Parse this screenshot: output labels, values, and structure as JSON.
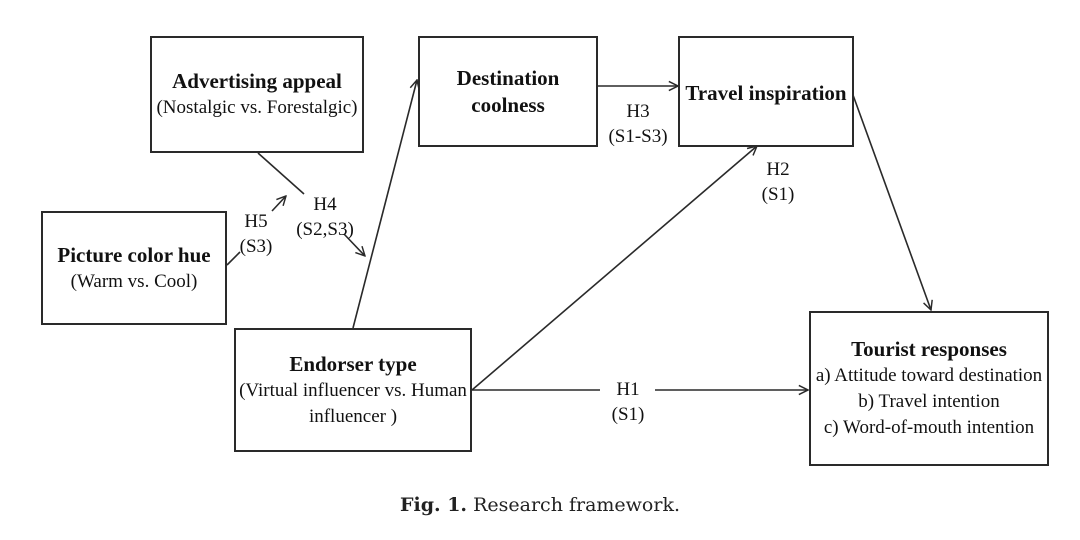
{
  "nodes": {
    "advertising_appeal": {
      "title": "Advertising appeal",
      "sub": "(Nostalgic vs. Forestalgic)"
    },
    "destination_coolness": {
      "title_line1": "Destination",
      "title_line2": "coolness"
    },
    "travel_inspiration": {
      "title": "Travel inspiration"
    },
    "picture_color_hue": {
      "title": "Picture color hue",
      "sub": "(Warm vs. Cool)"
    },
    "endorser_type": {
      "title": "Endorser type",
      "sub_line1": "(Virtual influencer vs. Human",
      "sub_line2": "influencer )"
    },
    "tourist_responses": {
      "title": "Tourist responses",
      "items": [
        "a) Attitude toward destination",
        "b) Travel intention",
        "c) Word-of-mouth intention"
      ]
    }
  },
  "hypotheses": {
    "h1": {
      "name": "H1",
      "study": "(S1)"
    },
    "h2": {
      "name": "H2",
      "study": "(S1)"
    },
    "h3": {
      "name": "H3",
      "study": "(S1-S3)"
    },
    "h4": {
      "name": "H4",
      "study": "(S2,S3)"
    },
    "h5": {
      "name": "H5",
      "study": "(S3)"
    }
  },
  "caption": {
    "label": "Fig. 1.",
    "text": "Research framework."
  },
  "colors": {
    "line": "#2a2a2a",
    "text": "#111111"
  }
}
